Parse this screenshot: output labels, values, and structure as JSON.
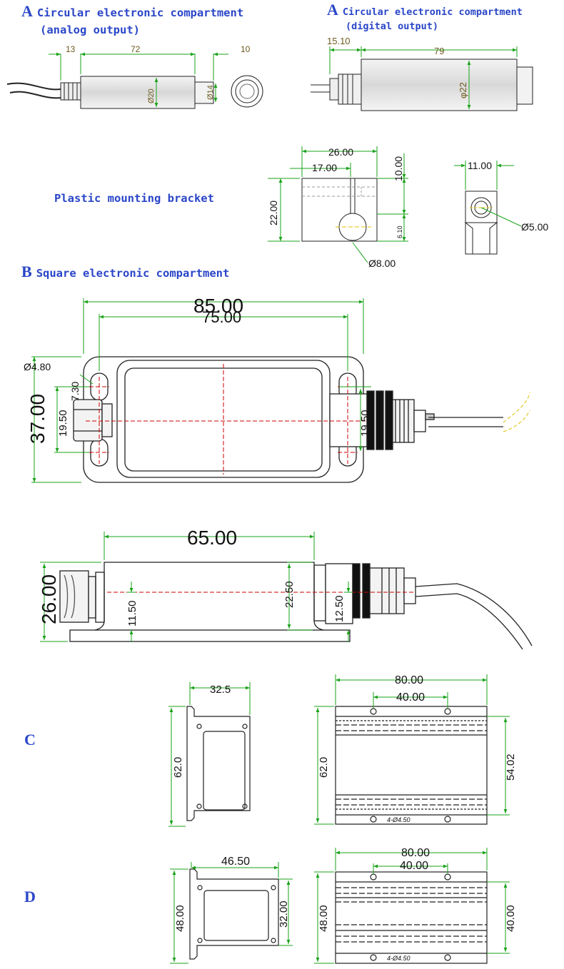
{
  "headers": {
    "a_analog": {
      "letter": "A",
      "line1": "Circular electronic compartment",
      "line2": "(analog output)"
    },
    "a_digital": {
      "letter": "A",
      "line1": "Circular electronic compartment",
      "line2": "(digital output)"
    },
    "bracket": "Plastic mounting bracket",
    "b_square": {
      "letter": "B",
      "line1": "Square electronic compartment"
    },
    "c": "C",
    "d": "D"
  },
  "dims": {
    "analog": {
      "cable": "13",
      "len": "72",
      "plug": "10",
      "dia": "Ø20",
      "dia_plug": "Ø14"
    },
    "digital": {
      "cable": "15.10",
      "len": "79",
      "dia": "φ22"
    },
    "bracket": {
      "w": "26.00",
      "slot": "17.00",
      "h": "22.00",
      "top": "10.00",
      "bot": "6.10",
      "hole": "Ø8.00",
      "side_w": "11.00",
      "side_hole": "Ø5.00"
    },
    "b_top": {
      "outer": "85.00",
      "inner": "75.00",
      "hole": "Ø4.80",
      "hole_off": "7.30",
      "h": "37.00",
      "pitch_l": "19.50",
      "pitch_r": "19.50"
    },
    "b_side": {
      "len": "65.00",
      "h": "26.00",
      "gland": "11.50",
      "body": "22.50",
      "conn": "12.50"
    },
    "c_side": {
      "w": "32.5",
      "h": "62.0"
    },
    "c_front": {
      "w": "80.00",
      "hole_pitch": "40.00",
      "h": "62.0",
      "inner_h": "54.02",
      "holes": "4-Ø4.50"
    },
    "d_side": {
      "w": "46.50",
      "h": "48.00",
      "inner_h": "32.00"
    },
    "d_front": {
      "w": "80.00",
      "hole_pitch": "40.00",
      "h": "48.00",
      "inner_h": "40.00",
      "holes": "4-Ø4.50"
    }
  },
  "colors": {
    "heading": "#2a46c8",
    "dimension": "#1aa31a",
    "centerline": "#cc0000",
    "tan_text": "#6e5a1e"
  }
}
